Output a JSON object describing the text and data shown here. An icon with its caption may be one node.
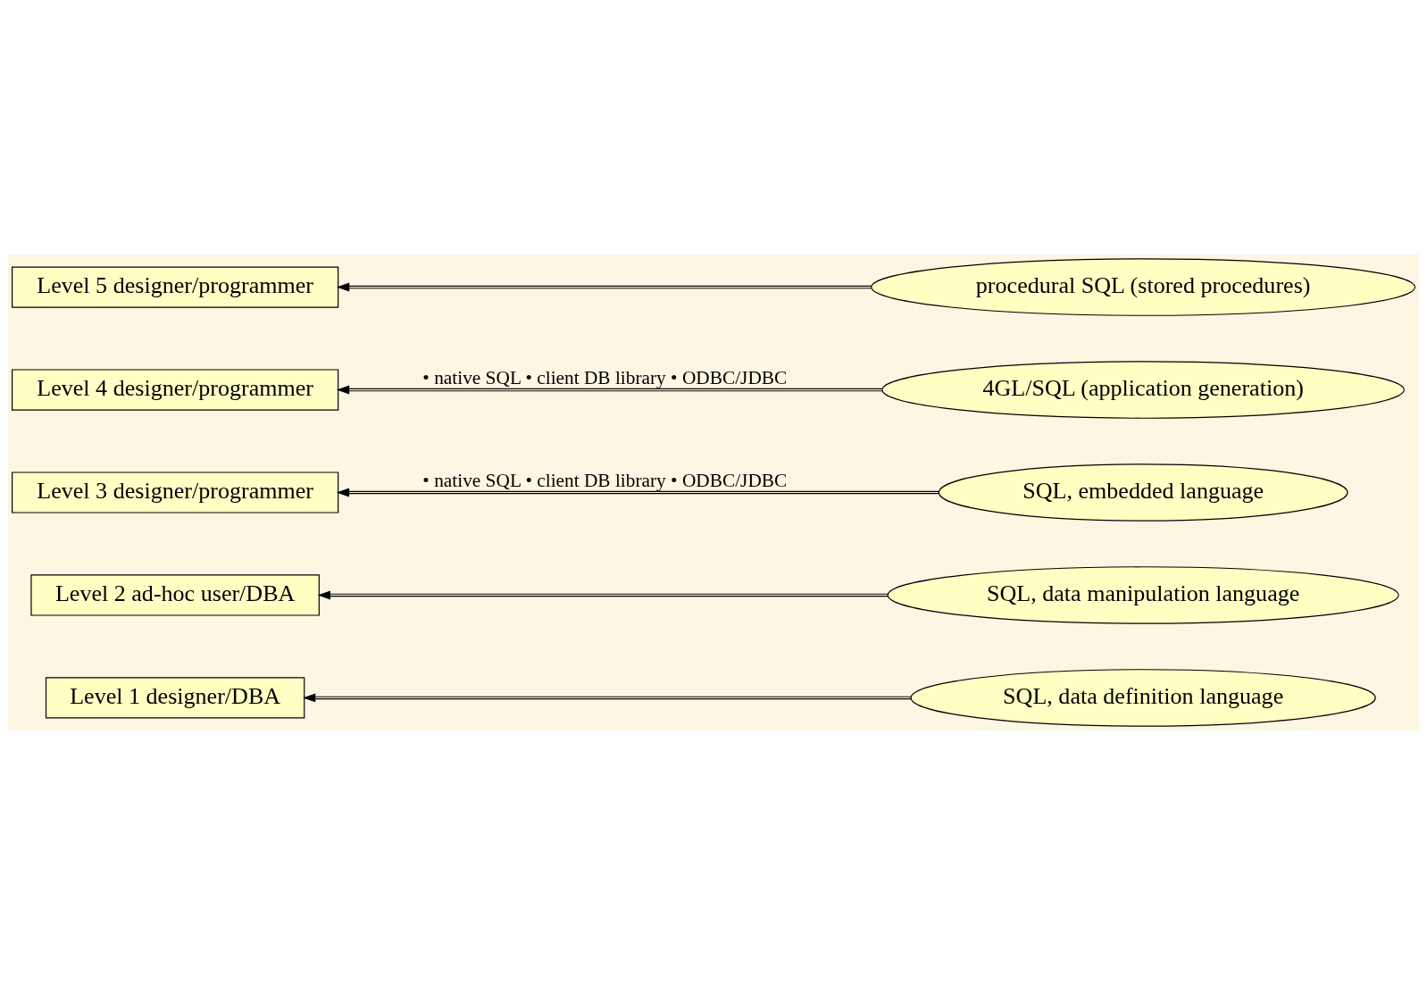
{
  "diagram": {
    "nodes": [
      {
        "text": [
          "Level 1 designer/DBA"
        ]
      },
      {
        "text": [
          "Level 2 ad-hoc user/DBA"
        ]
      },
      {
        "text": [
          "Level 3 designer/programmer"
        ]
      },
      {
        "text": [
          "Level 4 designer/programmer"
        ]
      },
      {
        "text": [
          "Level 5 designer/programmer"
        ]
      },
      {
        "text": [
          "SQL, data definition language"
        ]
      },
      {
        "text": [
          "SQL, data manipulation language"
        ]
      },
      {
        "text": [
          "SQL, embedded language"
        ]
      },
      {
        "text": [
          "4GL/SQL (application generation)"
        ]
      },
      {
        "text": [
          "procedural SQL (stored procedures)"
        ]
      }
    ],
    "edges": [
      {
        "from": 5,
        "to": 0,
        "arrow": "to"
      },
      {
        "from": 6,
        "to": 1,
        "arrow": "to"
      },
      {
        "from": 7,
        "to": 2,
        "arrow": "to",
        "label": "• native SQL • client DB library • ODBC/JDBC"
      },
      {
        "from": 8,
        "to": 3,
        "arrow": "to",
        "label": "• native SQL • client DB library • ODBC/JDBC"
      },
      {
        "from": 9,
        "to": 4,
        "arrow": "to"
      }
    ]
  }
}
